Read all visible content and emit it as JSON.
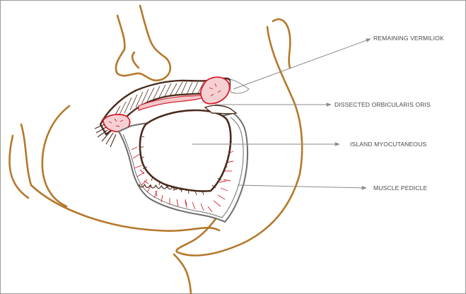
{
  "colors": {
    "skin_outline": "#b5782a",
    "flap_outline": "#4a2b1c",
    "muscle": "#d8202f",
    "leader": "#8a8a8a",
    "label_text": "#4a4a4a"
  },
  "labels": [
    "REMAINING VERMILIOK",
    "DISSECTED ORBICULARIS ORIS",
    "ISLAND MYOCUTANEOUS",
    "MUSCLE PEDICLE"
  ]
}
